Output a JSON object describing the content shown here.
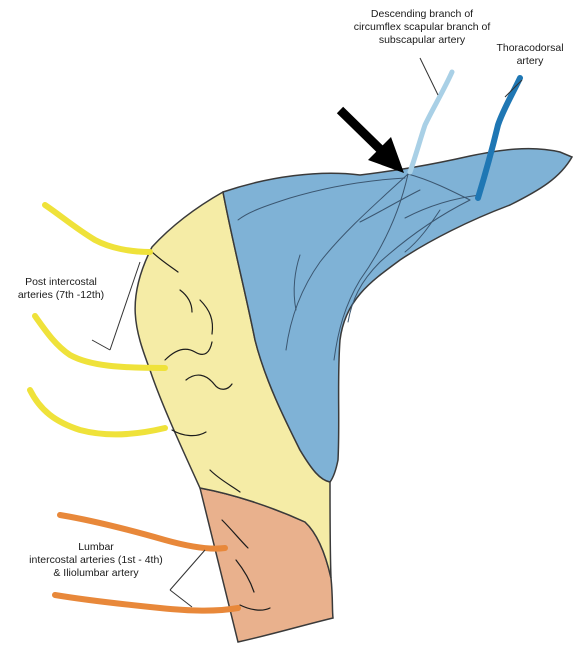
{
  "labels": {
    "descending_branch": "Descending branch of\ncircumflex scapular branch of\nsubscapular artery",
    "thoracodorsal": "Thoracodorsal\nartery",
    "post_intercostal": "Post intercostal\narteries (7th -12th)",
    "lumbar": "Lumbar\nintercostal arteries (1st - 4th)\n& Iliolumbar artery"
  },
  "colors": {
    "blue_region": "#7fb2d6",
    "yellow_region": "#f5eca6",
    "orange_region": "#e9b18d",
    "yellow_artery": "#efe23a",
    "orange_artery": "#e8883a",
    "light_blue_artery": "#a9d0e6",
    "dark_blue_artery": "#1f77b4",
    "arrow": "#000000"
  }
}
